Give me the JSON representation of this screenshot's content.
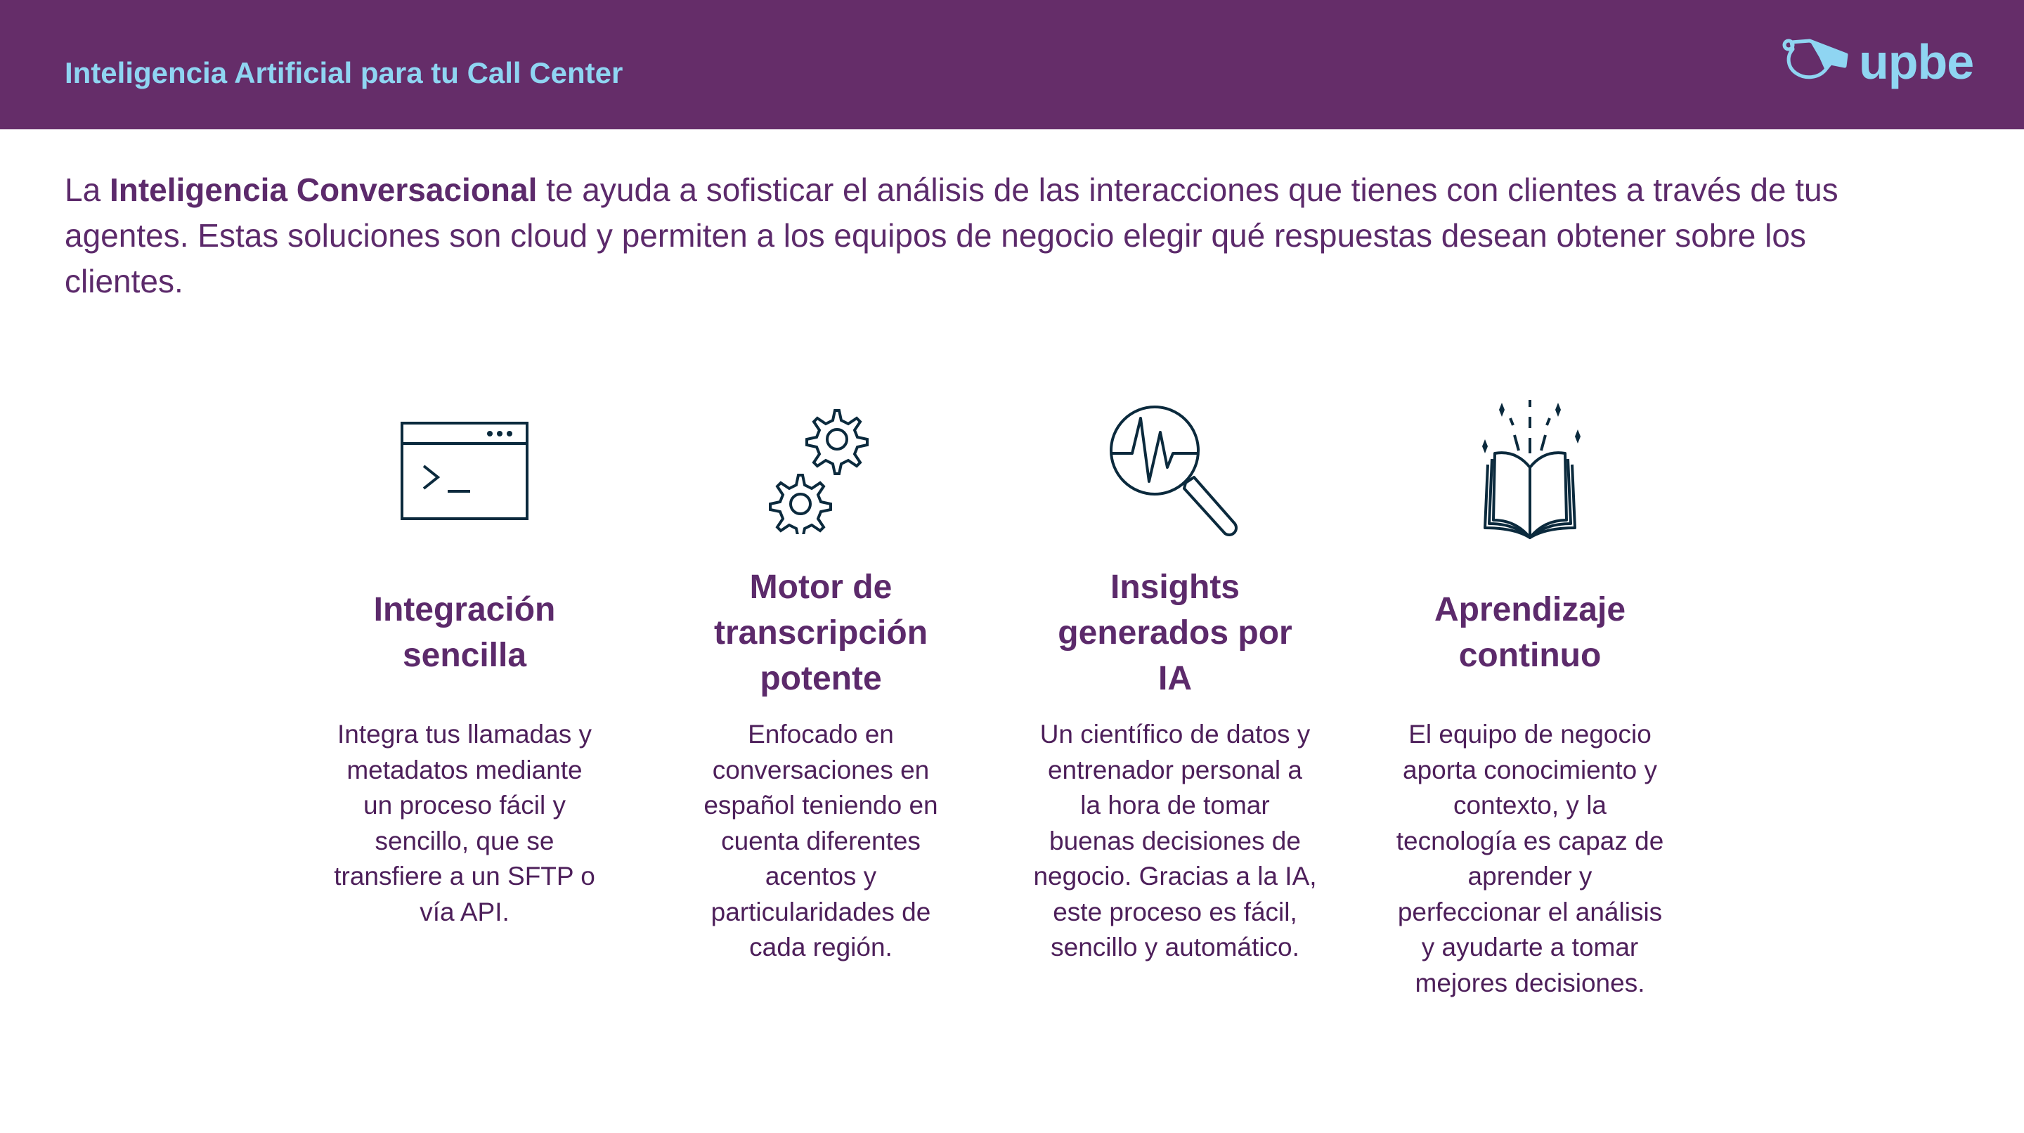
{
  "header": {
    "title": "Inteligencia Artificial para tu Call Center",
    "logo_text": "upbe",
    "logo_icon": "whistle-icon"
  },
  "intro": {
    "line1_pre": "La ",
    "line1_bold": "Inteligencia Conversacional",
    "line1_post": " te ayuda a sofisticar el análisis de las interacciones que tienes con clientes a través de tus",
    "line2": "agentes. Estas soluciones son cloud y permiten a los equipos de negocio elegir qué respuestas desean obtener sobre los",
    "line3": "clientes."
  },
  "colors": {
    "header_bg": "#652d69",
    "accent": "#8fd5f2",
    "text": "#5c2a6b",
    "icon": "#0b2a3d"
  },
  "features": [
    {
      "icon": "terminal-window-icon",
      "heading": [
        "Integración",
        "sencilla"
      ],
      "body": [
        "Integra tus llamadas y",
        "metadatos mediante",
        "un proceso fácil y",
        "sencillo, que se",
        "transfiere a un SFTP o",
        "vía API."
      ]
    },
    {
      "icon": "gears-icon",
      "heading": [
        "Motor de",
        "transcripción",
        "potente"
      ],
      "body": [
        "Enfocado en",
        "conversaciones en",
        "español teniendo en",
        "cuenta diferentes",
        "acentos y",
        "particularidades de",
        "cada región."
      ]
    },
    {
      "icon": "magnifier-pulse-icon",
      "heading": [
        "Insights",
        "generados por",
        "IA"
      ],
      "body": [
        "Un científico de datos y",
        "entrenador personal a",
        "la hora de tomar",
        "buenas decisiones de",
        "negocio. Gracias a la IA,",
        "este proceso es fácil,",
        "sencillo y automático."
      ]
    },
    {
      "icon": "open-book-sparkles-icon",
      "heading": [
        "Aprendizaje",
        "continuo"
      ],
      "body": [
        "El equipo de negocio",
        "aporta conocimiento y",
        "contexto, y la",
        "tecnología es capaz de",
        "aprender y",
        "perfeccionar el análisis",
        "y ayudarte a tomar",
        "mejores decisiones."
      ]
    }
  ]
}
